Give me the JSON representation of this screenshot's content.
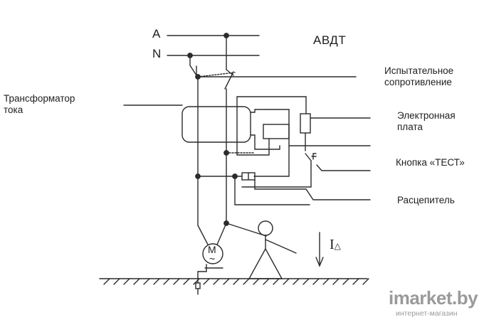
{
  "title": "АВДТ",
  "lines": {
    "phase": "A",
    "neutral": "N"
  },
  "labels": {
    "transformer": [
      "Трансформатор",
      "тока"
    ],
    "test_resistor": [
      "Испытательное",
      "сопротивление"
    ],
    "electronic_board": [
      "Электронная",
      "плата"
    ],
    "test_button": "Кнопка «ТЕСТ»",
    "release": "Расцепитель"
  },
  "motor": {
    "letter": "M",
    "tilde": "~"
  },
  "leakage_current": {
    "symbol": "I",
    "subscript": "△"
  },
  "watermark": {
    "brand": "imarket.by",
    "sub": "интернет-магазин"
  }
}
